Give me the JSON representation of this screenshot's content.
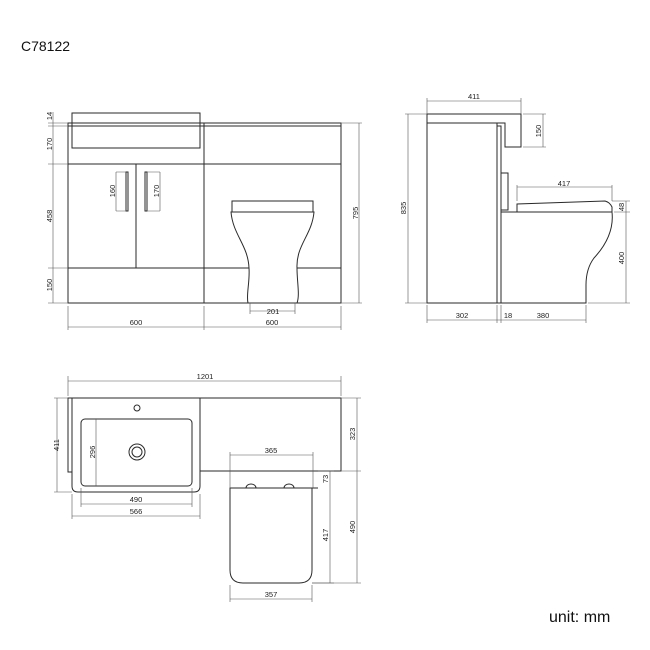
{
  "product_code": "C78122",
  "unit_label": "unit: mm",
  "front_view": {
    "countertop_thickness": "14",
    "top_drawer_height": "170",
    "door_height": "458",
    "plinth_height": "150",
    "handle_left": "160",
    "handle_right": "170",
    "total_height": "795",
    "toilet_base_width": "201",
    "vanity_width": "600",
    "toilet_unit_width": "600"
  },
  "side_view": {
    "depth": "411",
    "countertop_lip": "150",
    "total_height": "835",
    "seat_length": "417",
    "seat_thickness": "48",
    "pan_height": "400",
    "cabinet_depth": "302",
    "door_thickness": "18",
    "pan_projection": "380"
  },
  "plan_view": {
    "total_width": "1201",
    "vanity_depth": "411",
    "bowl_depth": "296",
    "bowl_width": "490",
    "basin_width": "566",
    "unit_depth": "323",
    "seat_width_top": "365",
    "hinge_offset": "73",
    "seat_length": "417",
    "pan_depth": "490",
    "seat_width_bottom": "357"
  }
}
